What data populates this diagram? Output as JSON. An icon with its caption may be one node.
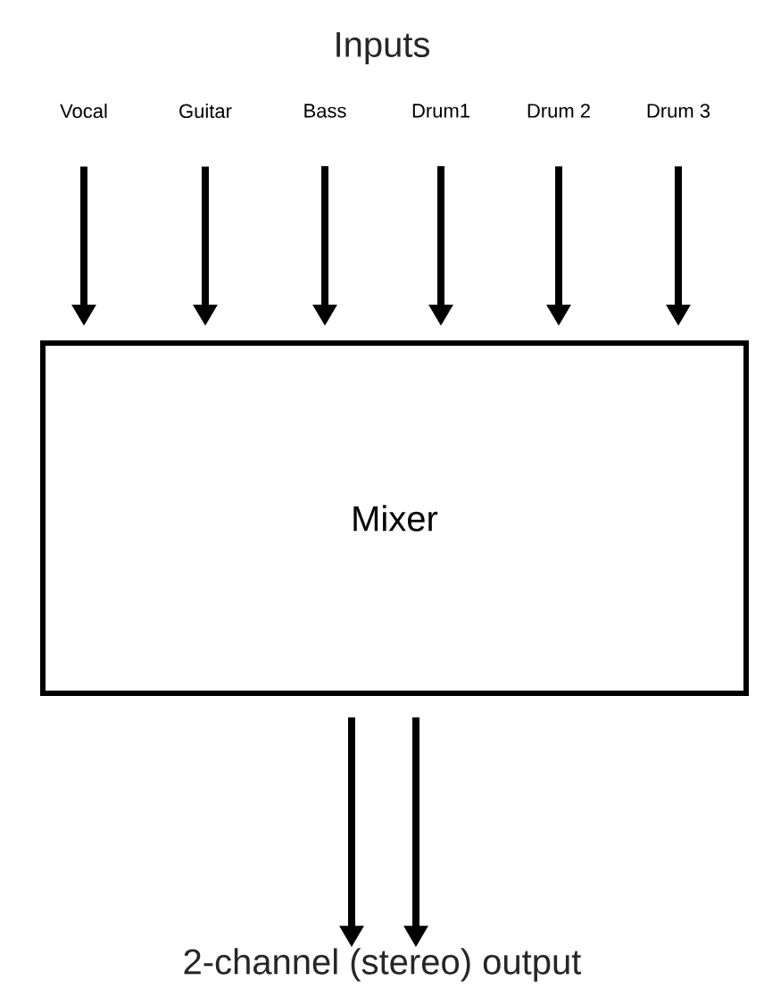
{
  "diagram": {
    "title": "Inputs",
    "nodes": [
      {
        "text": [
          "Vocal"
        ]
      },
      {
        "text": [
          "Guitar"
        ]
      },
      {
        "text": [
          "Bass"
        ]
      },
      {
        "text": [
          "Drum1"
        ]
      },
      {
        "text": [
          "Drum 2"
        ]
      },
      {
        "text": [
          "Drum 3"
        ]
      },
      {
        "text": [
          "Mixer"
        ]
      },
      {
        "text": [
          "2-channel (stereo) output"
        ]
      }
    ],
    "edges": [
      {
        "from": 0,
        "to": 6,
        "arrow": "to"
      },
      {
        "from": 1,
        "to": 6,
        "arrow": "to"
      },
      {
        "from": 2,
        "to": 6,
        "arrow": "to"
      },
      {
        "from": 3,
        "to": 6,
        "arrow": "to"
      },
      {
        "from": 4,
        "to": 6,
        "arrow": "to"
      },
      {
        "from": 5,
        "to": 6,
        "arrow": "to"
      },
      {
        "from": 6,
        "to": 7,
        "arrow": "to"
      },
      {
        "from": 6,
        "to": 7,
        "arrow": "to"
      }
    ]
  }
}
